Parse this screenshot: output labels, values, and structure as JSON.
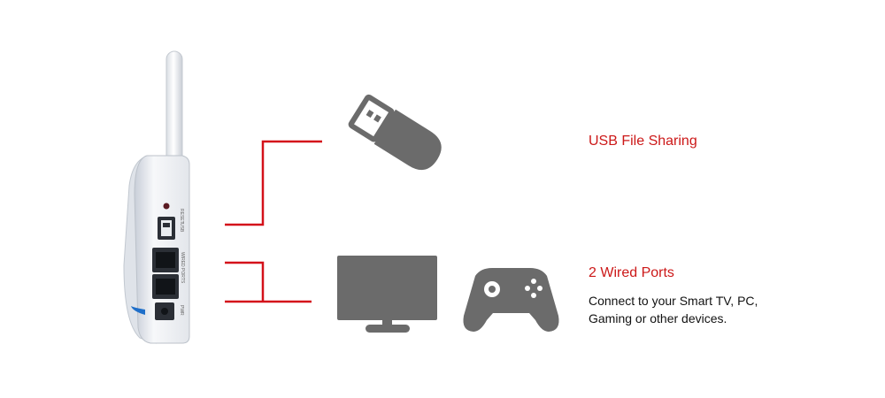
{
  "features": {
    "usb": {
      "title": "USB File Sharing"
    },
    "wired": {
      "title": "2 Wired Ports",
      "description_line1": "Connect to your Smart TV, PC,",
      "description_line2": "Gaming or other devices."
    }
  },
  "router_labels": {
    "reset": "RESET",
    "usb": "USB",
    "wired_ports": "WIRED PORTS",
    "power": "PWR"
  },
  "colors": {
    "accent": "#cc1818",
    "icon": "#6b6b6b",
    "text": "#111111"
  },
  "icons": [
    "router-icon",
    "usb-drive-icon",
    "monitor-icon",
    "gamepad-icon"
  ]
}
